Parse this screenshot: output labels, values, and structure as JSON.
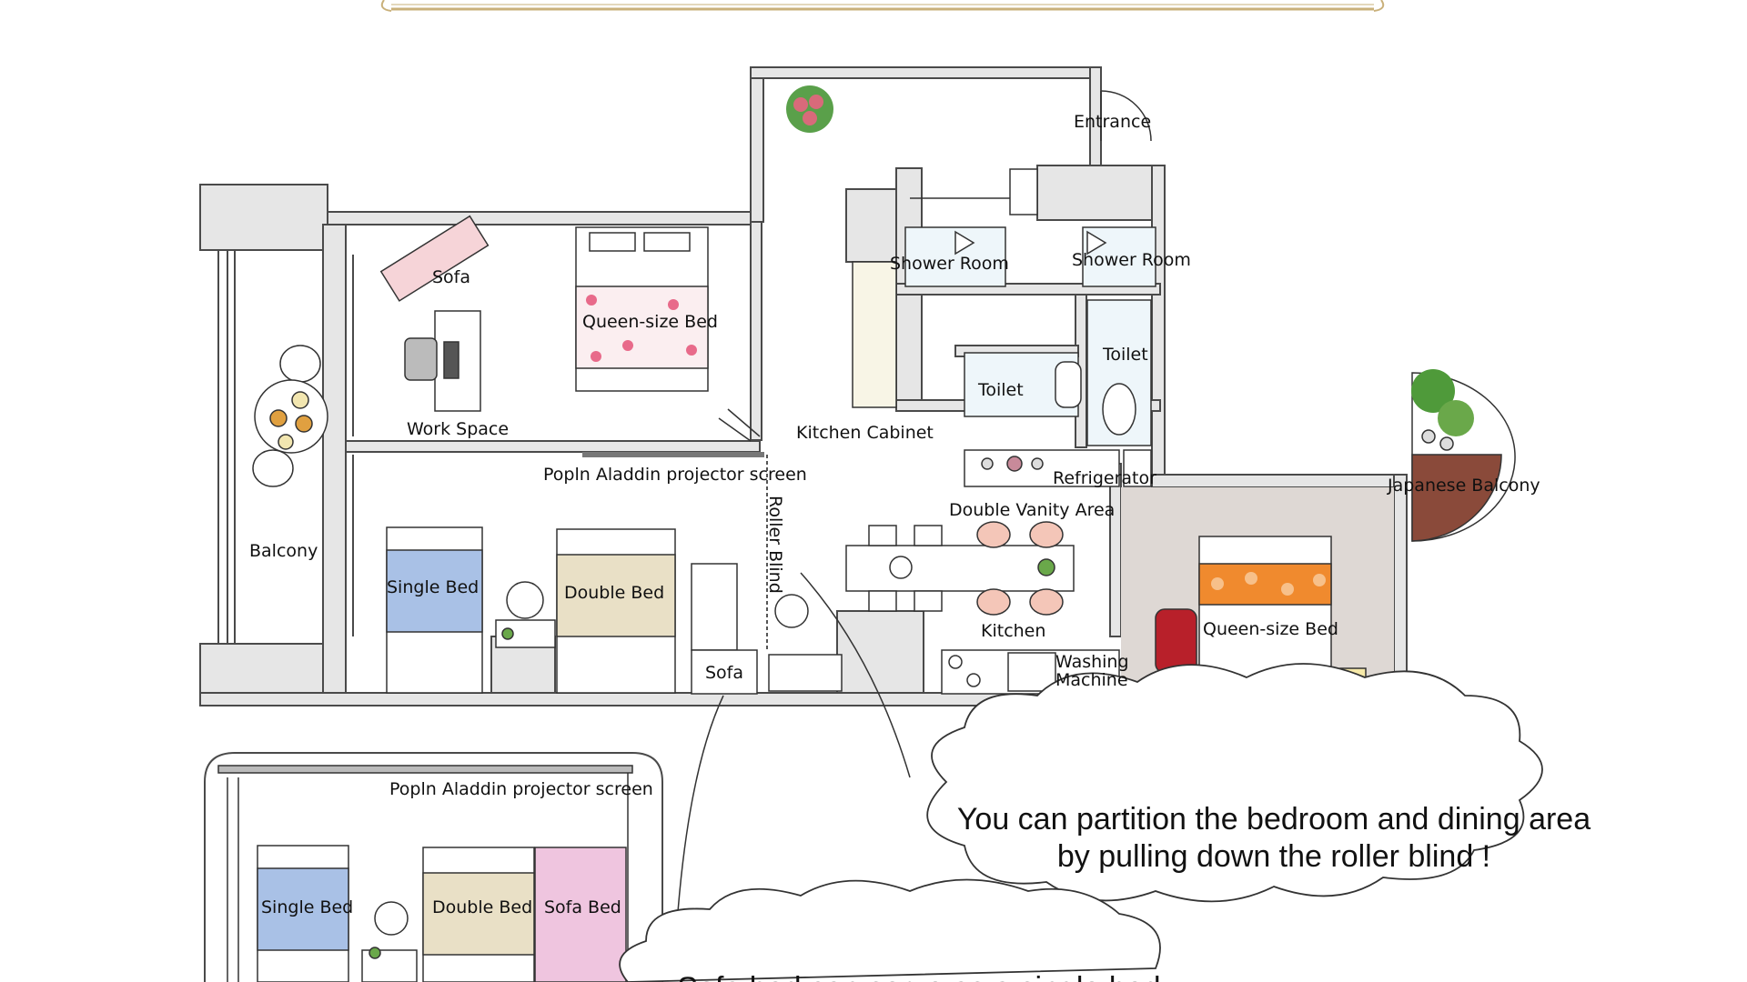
{
  "labels": {
    "entrance": "Entrance",
    "shower_room_1": "Shower Room",
    "shower_room_2": "Shower Room",
    "sofa_top": "Sofa",
    "queen_bed_1": "Queen-size Bed",
    "toilet_1": "Toilet",
    "toilet_2": "Toilet",
    "work_space": "Work Space",
    "kitchen_cabinet": "Kitchen Cabinet",
    "projector_screen_1": "Popln Aladdin projector screen",
    "refrigerator": "Refrigerator",
    "japanese_balcony": "Japanese Balcony",
    "double_vanity": "Double Vanity Area",
    "roller_blind": "Roller Blind",
    "balcony": "Balcony",
    "single_bed_1": "Single Bed",
    "double_bed_1": "Double Bed",
    "kitchen": "Kitchen",
    "queen_bed_2": "Queen-size Bed",
    "sofa_bottom": "Sofa",
    "washing_machine_1": "Washing",
    "washing_machine_2": "Machine",
    "projector_screen_2": "Popln Aladdin projector screen",
    "single_bed_2": "Single Bed",
    "double_bed_2": "Double Bed",
    "sofa_bed": "Sofa Bed"
  },
  "notes": {
    "roller_line1": "You can partition the bedroom and dining area",
    "roller_line2": "by pulling down the roller blind !",
    "sofa_bed_line1": "Sofa bed can serve as a single bed"
  },
  "colors": {
    "wall": "#4a4a4a",
    "wall_fill": "#e6e6e6",
    "single_bed": "#a9c1e6",
    "double_bed": "#e9e0c6",
    "sofa_bed": "#efc5df",
    "queen_cover": "#f08a2e",
    "balcony_floor": "#8a4a3a",
    "frame_gold": "#c9b07a"
  }
}
